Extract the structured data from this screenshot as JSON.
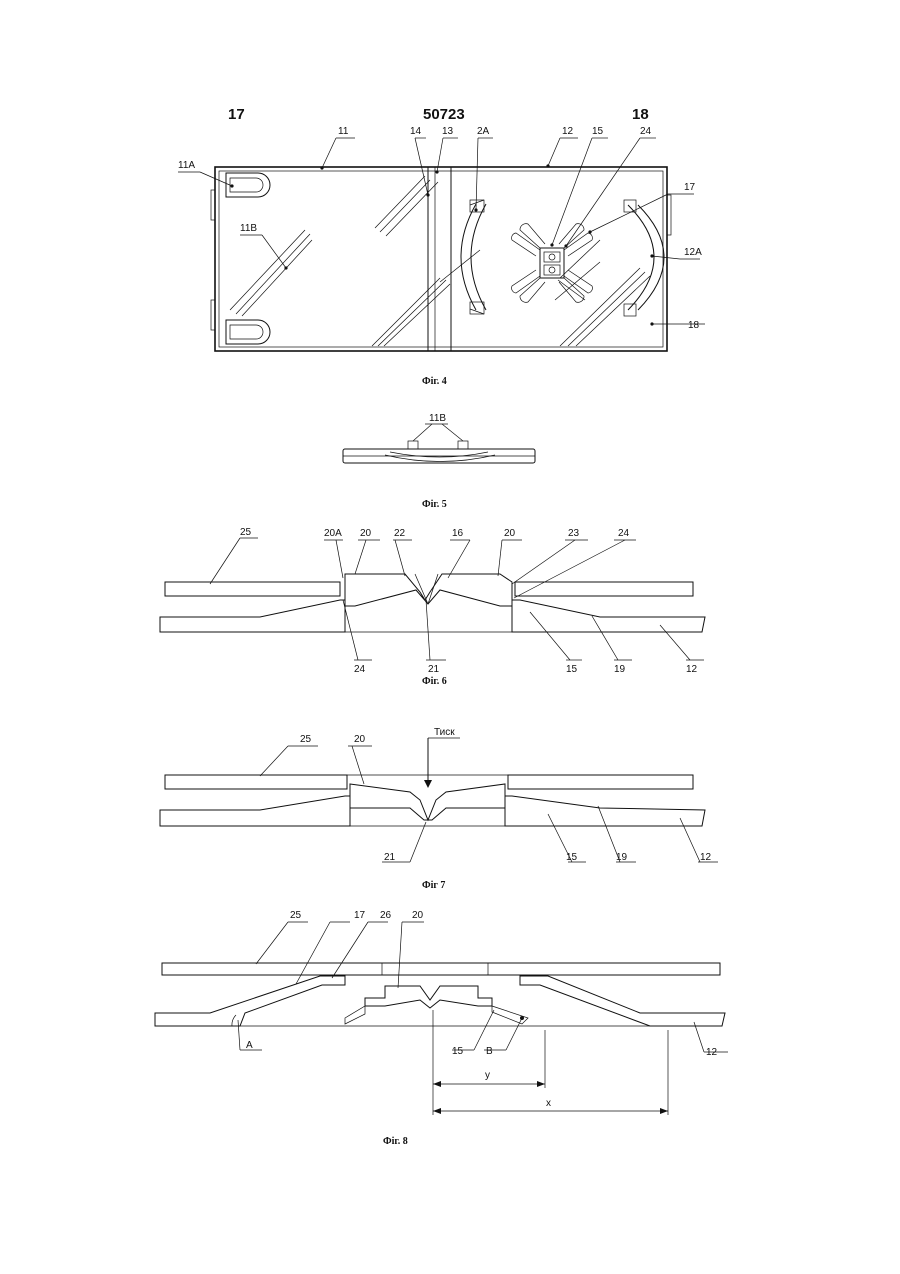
{
  "header": {
    "left": "17",
    "center": "50723",
    "right": "18"
  },
  "fig4": {
    "caption": "Фіг. 4",
    "labels": {
      "l11": "11",
      "l14": "14",
      "l13": "13",
      "l2A": "2A",
      "l12": "12",
      "l15": "15",
      "l24": "24",
      "l11A": "11A",
      "l11B": "11B",
      "l17": "17",
      "l12A": "12A",
      "l18": "18"
    }
  },
  "fig5": {
    "caption": "Фіг. 5",
    "labels": {
      "l11B": "11B"
    }
  },
  "fig6": {
    "caption": "Фіг. 6",
    "labels": {
      "l25": "25",
      "l20A": "20A",
      "l20a": "20",
      "l22": "22",
      "l16": "16",
      "l20b": "20",
      "l23": "23",
      "l24a": "24",
      "l24b": "24",
      "l21": "21",
      "l15": "15",
      "l19": "19",
      "l12": "12"
    }
  },
  "fig7": {
    "caption": "Фіг 7",
    "labels": {
      "l25": "25",
      "l20": "20",
      "lPress": "Тиск",
      "l21": "21",
      "l15": "15",
      "l19": "19",
      "l12": "12"
    }
  },
  "fig8": {
    "caption": "Фіг. 8",
    "labels": {
      "l25": "25",
      "l17": "17",
      "l26": "26",
      "l20": "20",
      "lA": "A",
      "l15": "15",
      "lB": "B",
      "l12": "12",
      "ly": "y",
      "lx": "x"
    }
  }
}
